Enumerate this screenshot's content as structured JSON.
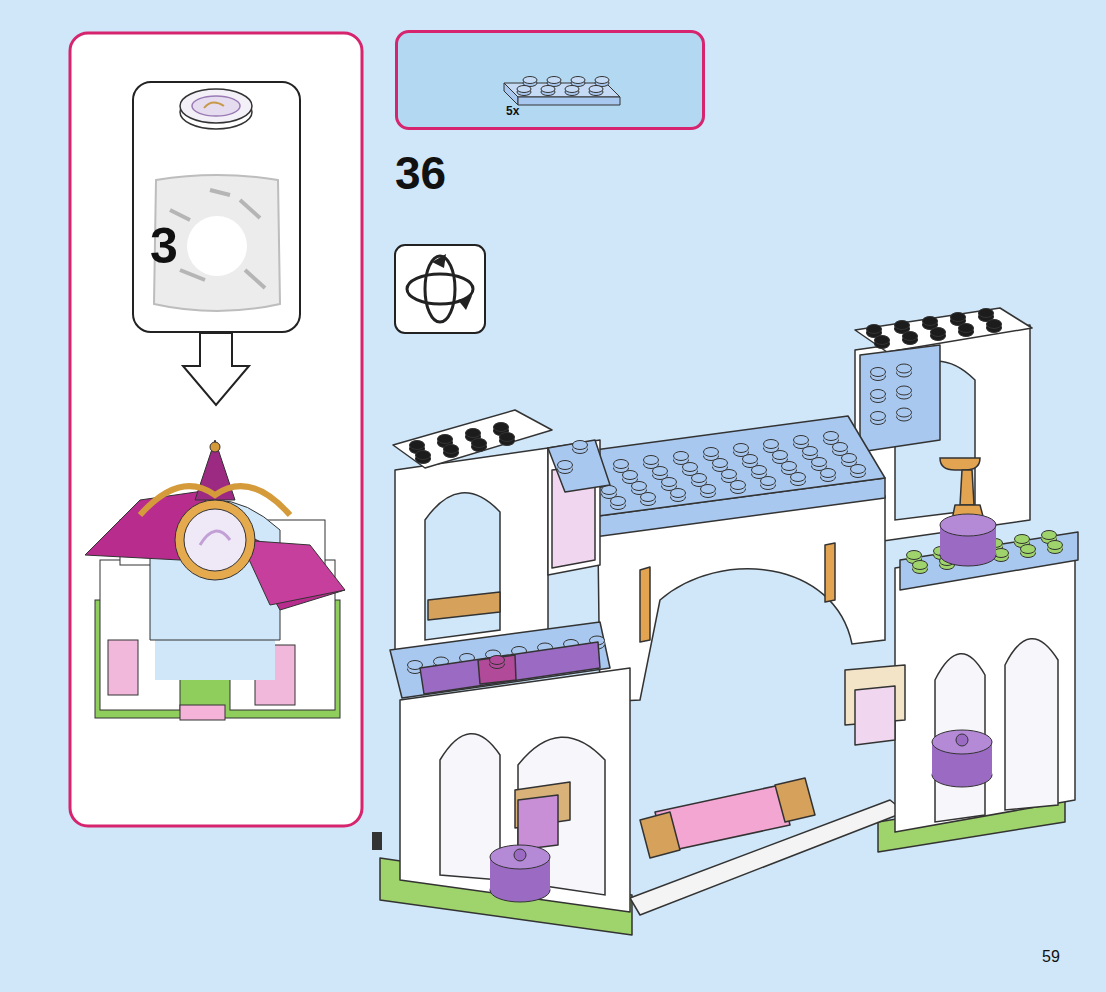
{
  "diagram": {
    "nodes": [
      {
        "text": [
          "3"
        ]
      },
      {
        "text": [
          "5x"
        ]
      }
    ],
    "labels": [
      "36",
      "59"
    ]
  }
}
